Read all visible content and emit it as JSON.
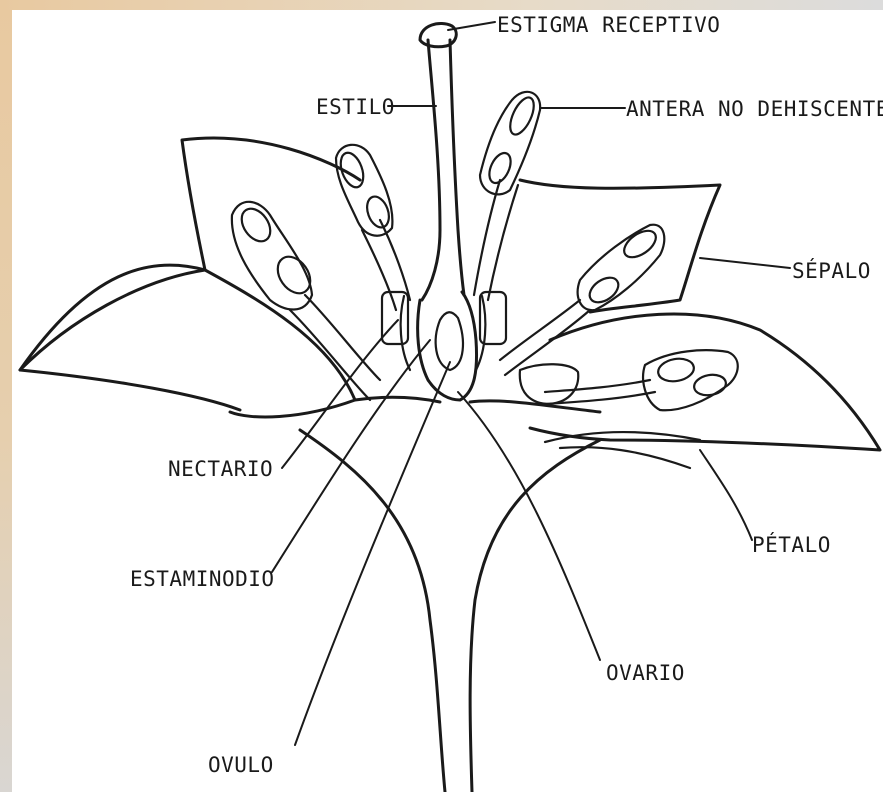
{
  "labels": {
    "stigma": "ESTIGMA RECEPTIVO",
    "style": "ESTILO",
    "anther": "ANTERA NO DEHISCENTE",
    "sepal": "SÉPALO",
    "nectary": "NECTARIO",
    "staminode": "ESTAMINODIO",
    "petal": "PÉTALO",
    "ovary": "OVARIO",
    "ovule": "OVULO"
  },
  "colors": {
    "ink": "#1a1a1a",
    "background": "#ffffff",
    "frame": "#e8c9a0"
  }
}
